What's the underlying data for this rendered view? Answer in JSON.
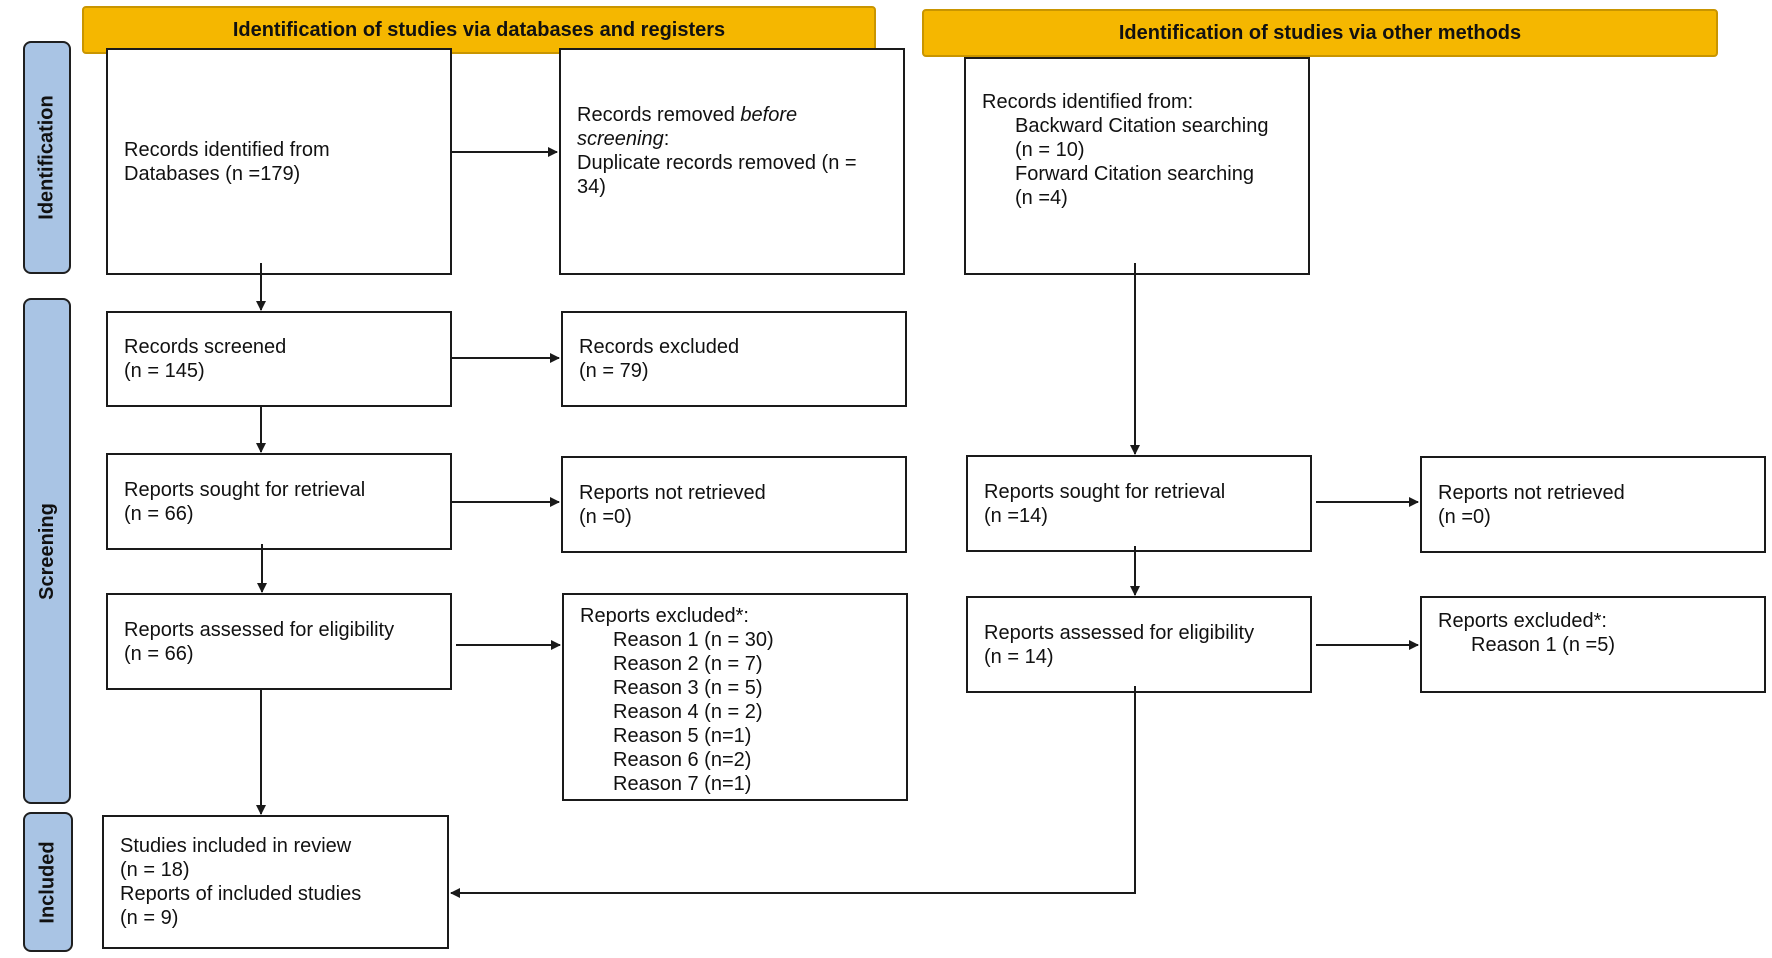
{
  "headers": {
    "databases": "Identification of studies via databases and registers",
    "other": "Identification of studies via other methods"
  },
  "phases": {
    "identification": "Identification",
    "screening": "Screening",
    "included": "Included"
  },
  "db": {
    "identified": {
      "line1": "Records identified from",
      "line2": "Databases (n =179)"
    },
    "removed": {
      "prefix": "Records removed ",
      "italic1": "before",
      "italic2": "screening",
      "colon": ":",
      "line3": "Duplicate records removed (n =",
      "line4": "34)"
    },
    "screened": {
      "line1": "Records screened",
      "line2": "(n = 145)"
    },
    "excluded": {
      "line1": "Records excluded",
      "line2": "(n = 79)"
    },
    "sought": {
      "line1": "Reports sought for retrieval",
      "line2": "(n = 66)"
    },
    "not_retrieved": {
      "line1": "Reports not retrieved",
      "line2": "(n =0)"
    },
    "assessed": {
      "line1": "Reports assessed for eligibility",
      "line2": "(n = 66)"
    },
    "reports_excluded": {
      "title": "Reports excluded*:",
      "reasons": [
        "Reason 1 (n = 30)",
        "Reason 2 (n = 7)",
        "Reason 3 (n = 5)",
        "Reason 4 (n = 2)",
        "Reason 5 (n=1)",
        "Reason 6 (n=2)",
        "Reason 7 (n=1)"
      ]
    },
    "included": {
      "line1": "Studies included in review",
      "line2": "(n = 18)",
      "line3": "Reports of included studies",
      "line4": "(n = 9)"
    }
  },
  "other": {
    "identified": {
      "line1": "Records identified from:",
      "line2": "Backward Citation searching",
      "line3": "(n = 10)",
      "line4": "Forward Citation searching",
      "line5": "(n =4)"
    },
    "sought": {
      "line1": "Reports sought for retrieval",
      "line2": "(n =14)"
    },
    "not_retrieved": {
      "line1": "Reports not retrieved",
      "line2": "(n =0)"
    },
    "assessed": {
      "line1": "Reports assessed for eligibility",
      "line2": "(n = 14)"
    },
    "reports_excluded": {
      "title": "Reports excluded*:",
      "reason1": "Reason 1 (n =5)"
    }
  },
  "colors": {
    "header_fill": "#F5B700",
    "phase_fill": "#A9C4E4",
    "line": "#1a1a1a"
  }
}
